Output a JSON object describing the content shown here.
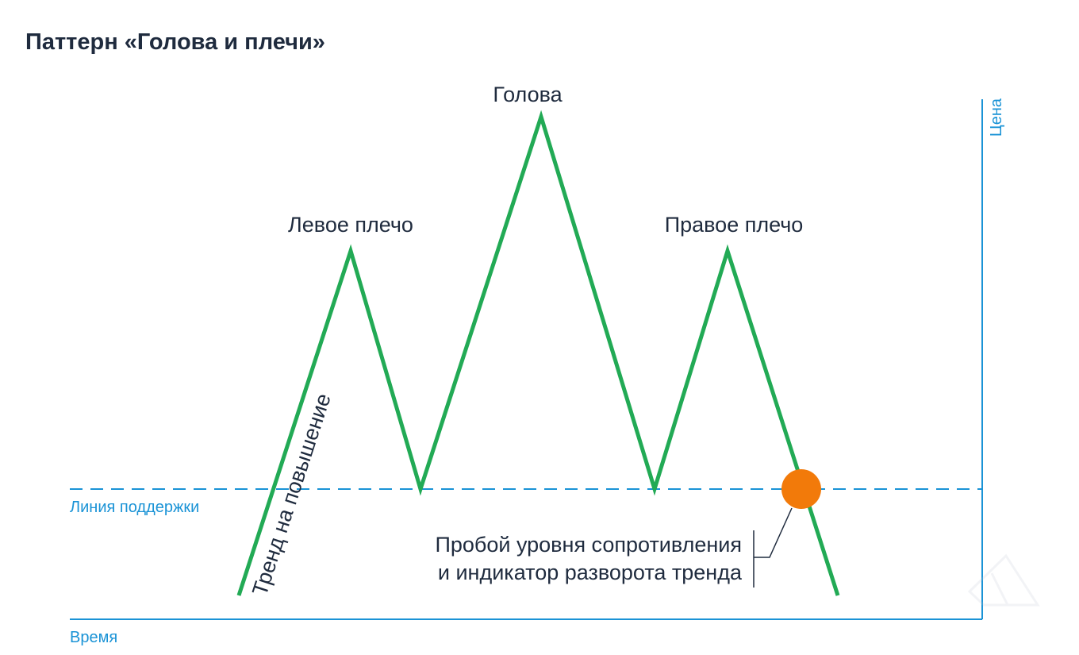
{
  "title": "Паттерн «Голова и плечи»",
  "labels": {
    "head": "Голова",
    "left_shoulder": "Левое плечо",
    "right_shoulder": "Правое плечо",
    "uptrend": "Тренд на повышение",
    "support_line": "Линия поддержки",
    "breakout_line1": "Пробой уровня сопротивления",
    "breakout_line2": "и индикатор разворота тренда",
    "x_axis": "Время",
    "y_axis": "Цена"
  },
  "colors": {
    "price_line": "#22aa55",
    "axis": "#1a93d6",
    "support": "#1a93d6",
    "breakout_marker": "#f27a0a",
    "text": "#1f2b3e"
  },
  "icons": {
    "watermark": "triangle-logo-icon"
  }
}
